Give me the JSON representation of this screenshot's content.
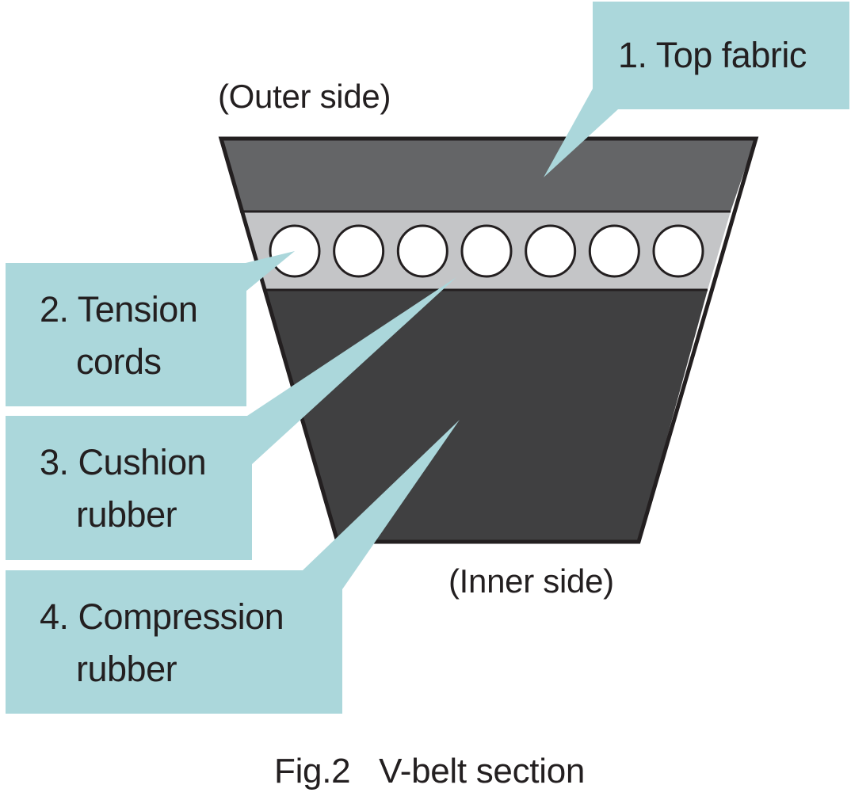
{
  "figure": {
    "caption": "Fig.2   V-belt section",
    "outer_side_label": "(Outer side)",
    "inner_side_label": "(Inner side)",
    "colors": {
      "callout_fill": "#abd7db",
      "top_fabric": "#646567",
      "tension_band": "#c4c5c7",
      "compression_rubber": "#404041",
      "outline": "#231f20",
      "cord_fill": "#ffffff",
      "text": "#231f20"
    },
    "tension_cord_count": 7,
    "callouts": [
      {
        "number": "1.",
        "line1": "Top fabric",
        "line2": ""
      },
      {
        "number": "2.",
        "line1": "Tension",
        "line2": "cords"
      },
      {
        "number": "3.",
        "line1": "Cushion",
        "line2": "rubber"
      },
      {
        "number": "4.",
        "line1": "Compression",
        "line2": "rubber"
      }
    ]
  }
}
